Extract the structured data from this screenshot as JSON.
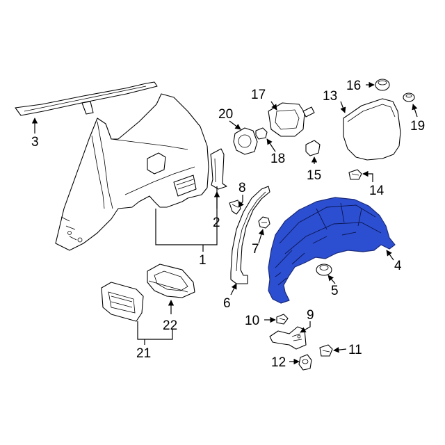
{
  "colors": {
    "highlight": "#2c4fd1",
    "line": "#000000",
    "background": "#ffffff"
  },
  "callouts": {
    "c1": "1",
    "c2": "2",
    "c3": "3",
    "c4": "4",
    "c5": "5",
    "c6": "6",
    "c7": "7",
    "c8": "8",
    "c9": "9",
    "c10": "10",
    "c11": "11",
    "c12": "12",
    "c13": "13",
    "c14": "14",
    "c15": "15",
    "c16": "16",
    "c17": "17",
    "c18": "18",
    "c19": "19",
    "c20": "20",
    "c21": "21",
    "c22": "22"
  }
}
